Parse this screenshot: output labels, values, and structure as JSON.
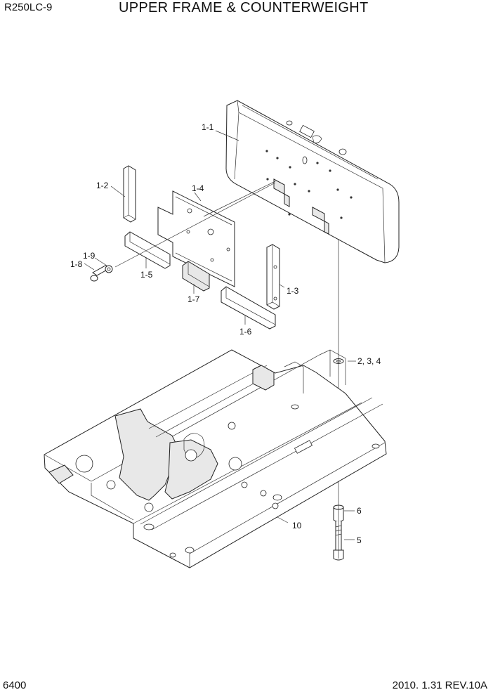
{
  "header": {
    "model": "R250LC-9",
    "title": "UPPER FRAME & COUNTERWEIGHT"
  },
  "footer": {
    "page_number": "6400",
    "revision": "2010. 1.31  REV.10A"
  },
  "callouts": {
    "c1_1": "1-1",
    "c1_2": "1-2",
    "c1_3": "1-3",
    "c1_4": "1-4",
    "c1_5": "1-5",
    "c1_6": "1-6",
    "c1_7": "1-7",
    "c1_8": "1-8",
    "c1_9": "1-9",
    "c2_3_4": "2, 3, 4",
    "c5": "5",
    "c6": "6",
    "c10": "10"
  }
}
